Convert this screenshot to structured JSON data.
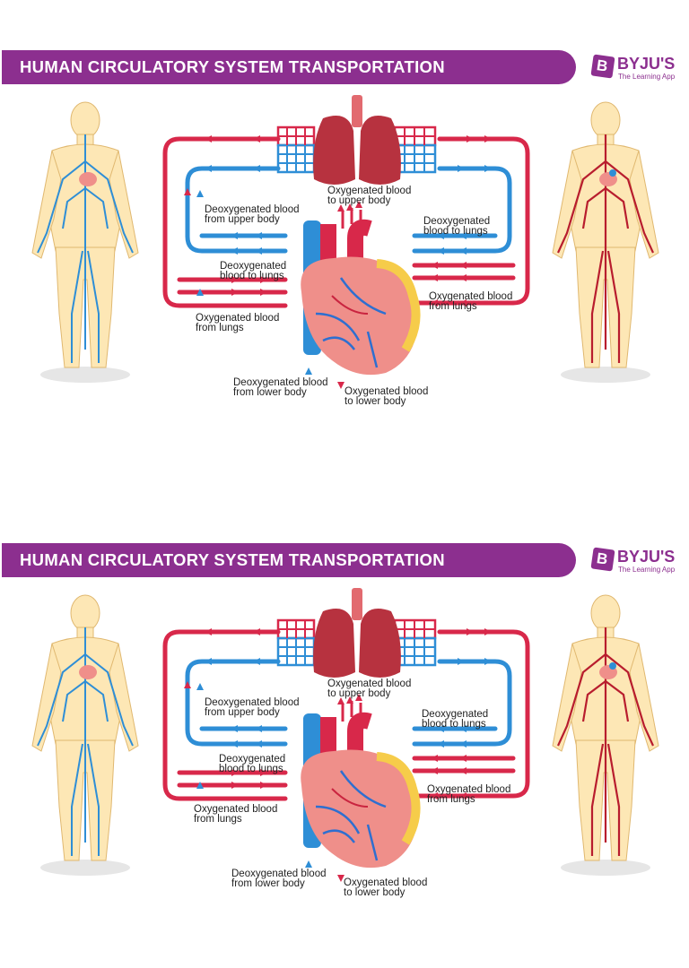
{
  "panels": [
    {
      "title": "HUMAN CIRCULATORY SYSTEM TRANSPORTATION",
      "brand": {
        "mark": "B",
        "name": "BYJU'S",
        "tagline": "The Learning App"
      },
      "labels": {
        "oxy_upper": [
          "Oxygenated blood",
          "to upper body"
        ],
        "deoxy_upper": [
          "Deoxygenated blood",
          "from upper body"
        ],
        "deoxy_lungs_right": [
          "Deoxygenated",
          "blood to lungs"
        ],
        "deoxy_lungs_left": [
          "Deoxygenated",
          "blood to lungs"
        ],
        "oxy_lungs_right": [
          "Oxygenated blood",
          "from lungs"
        ],
        "oxy_lungs_left": [
          "Oxygenated blood",
          "from lungs"
        ],
        "deoxy_lower": [
          "Deoxygenated blood",
          "from lower body"
        ],
        "oxy_lower": [
          "Oxygenated blood",
          "to lower body"
        ]
      }
    },
    {
      "title": "HUMAN CIRCULATORY SYSTEM TRANSPORTATION",
      "brand": {
        "mark": "B",
        "name": "BYJU'S",
        "tagline": "The Learning App"
      },
      "labels": {
        "oxy_upper": [
          "Oxygenated blood",
          "to upper body"
        ],
        "deoxy_upper": [
          "Deoxygenated blood",
          "from upper body"
        ],
        "deoxy_lungs_right": [
          "Deoxygenated",
          "blood to lungs"
        ],
        "deoxy_lungs_left": [
          "Deoxygenated",
          "blood to lungs"
        ],
        "oxy_lungs_right": [
          "Oxygenated blood",
          "from lungs"
        ],
        "oxy_lungs_left": [
          "Oxygenated blood",
          "from lungs"
        ],
        "deoxy_lower": [
          "Deoxygenated blood",
          "from lower body"
        ],
        "oxy_lower": [
          "Oxygenated blood",
          "to lower body"
        ]
      }
    }
  ],
  "colors": {
    "brand": "#8c2f8f",
    "oxygenated": "#d8284a",
    "deoxygenated": "#2e8ed6",
    "skin": "#fde7b5",
    "heart": "#ef8f8a",
    "lung": "#b7323f"
  }
}
